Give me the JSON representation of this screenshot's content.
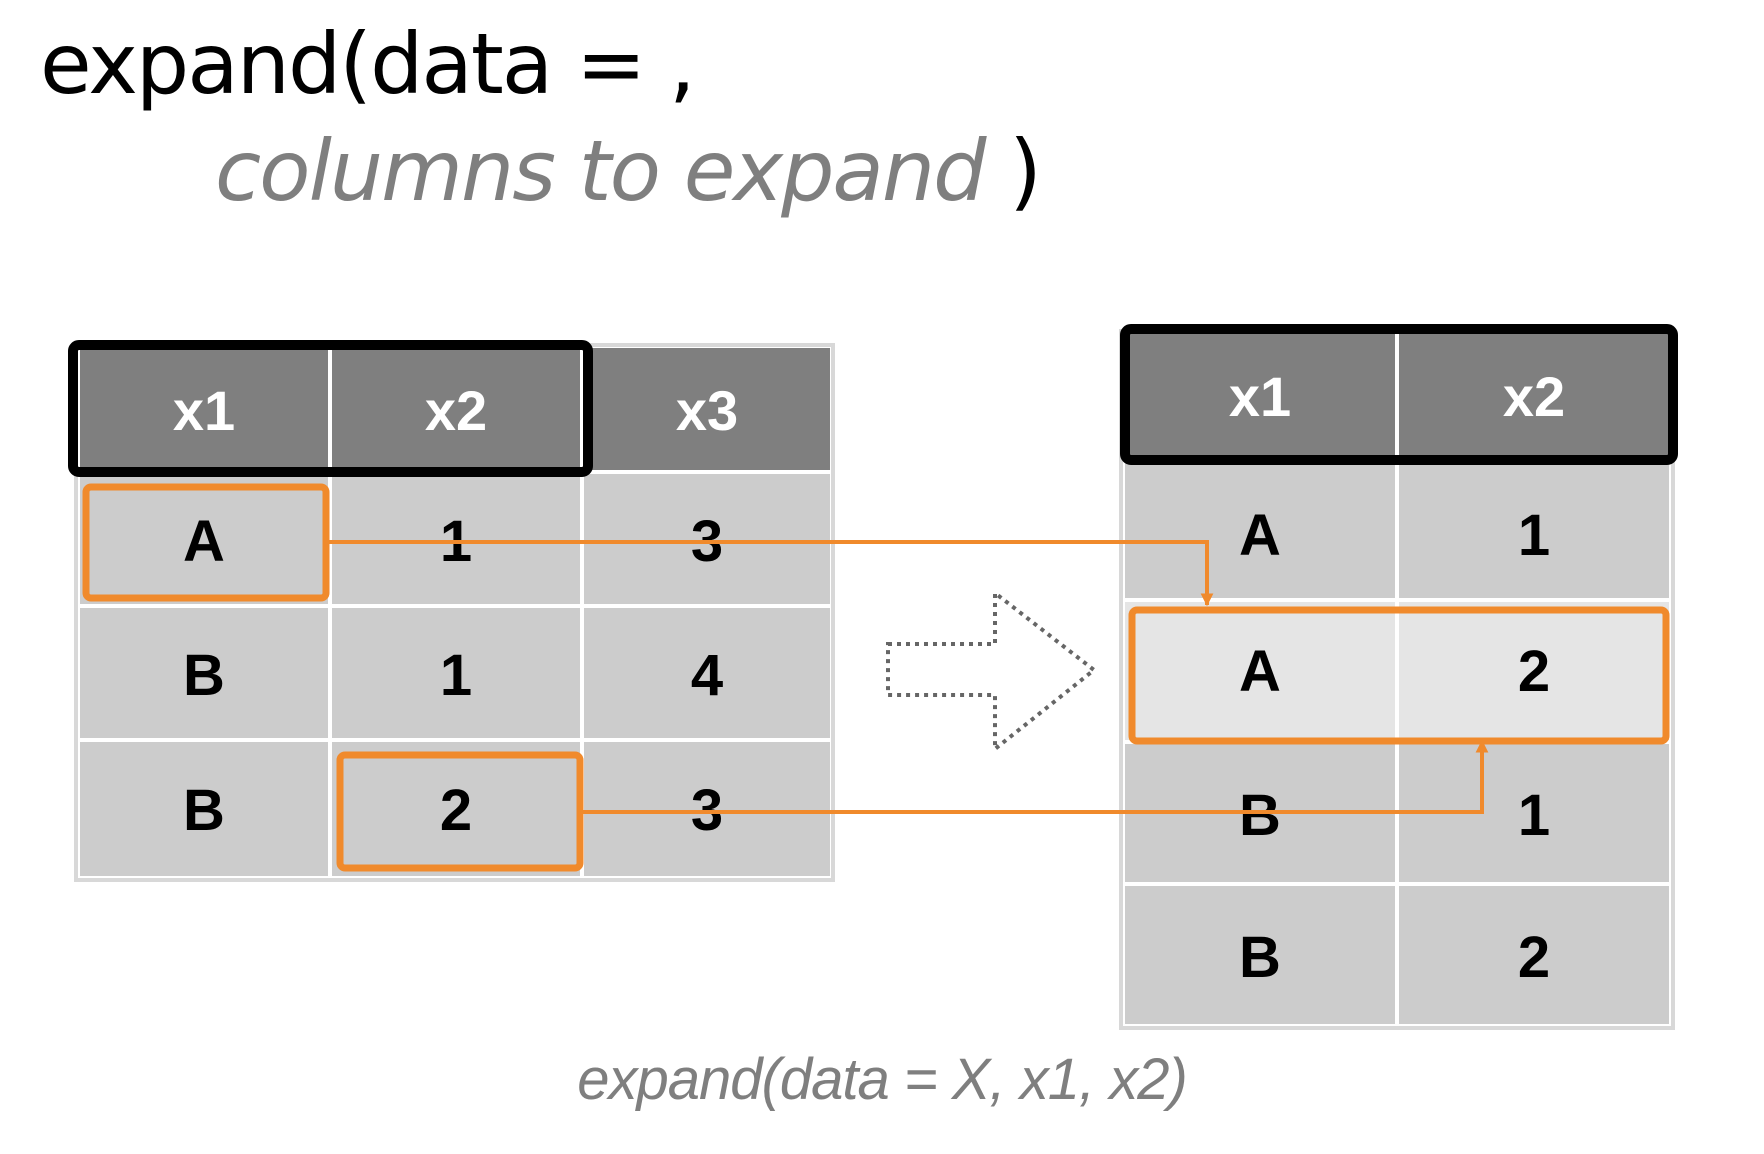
{
  "title": {
    "func": "expand",
    "open": "(",
    "arg1": "data = ,",
    "args_placeholder": "columns to expand",
    "close": ")"
  },
  "caption": "expand(data = X, x1, x2)",
  "input_table": {
    "headers": [
      "x1",
      "x2",
      "x3"
    ],
    "rows": [
      [
        "A",
        "1",
        "3"
      ],
      [
        "B",
        "1",
        "4"
      ],
      [
        "B",
        "2",
        "3"
      ]
    ]
  },
  "output_table": {
    "headers": [
      "x1",
      "x2"
    ],
    "rows": [
      [
        "A",
        "1"
      ],
      [
        "A",
        "2"
      ],
      [
        "B",
        "1"
      ],
      [
        "B",
        "2"
      ]
    ]
  },
  "colors": {
    "header_bg": "#7f7f7f",
    "cell_bg": "#cccccc",
    "highlight_row_bg": "#e5e5e5",
    "highlight_orange": "#f08a2c",
    "frame_black": "#000000"
  }
}
